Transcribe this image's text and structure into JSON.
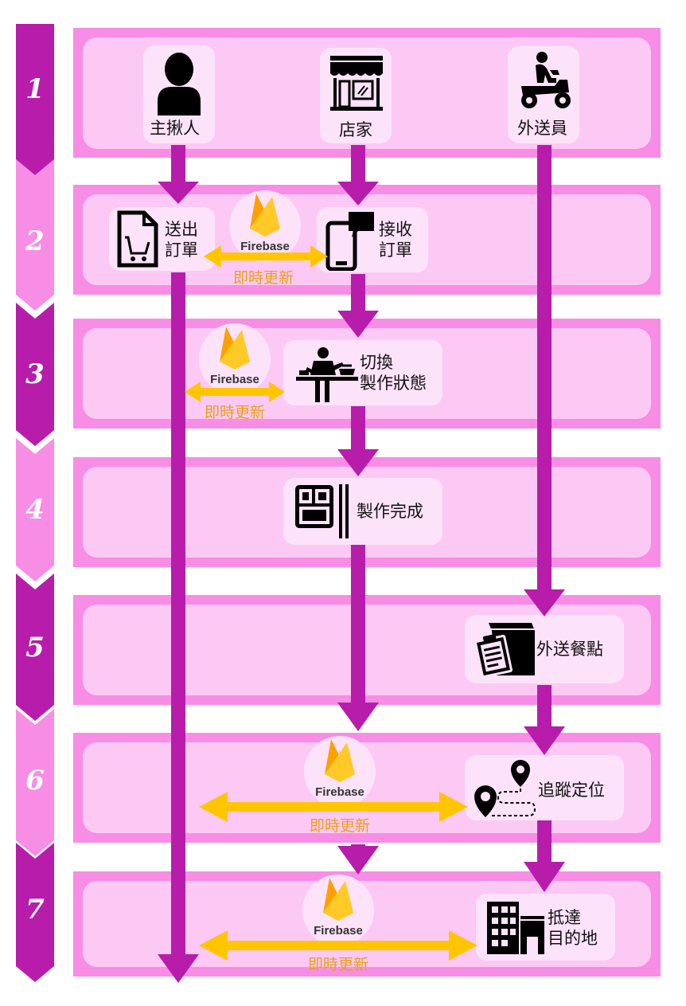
{
  "steps": [
    "1",
    "2",
    "3",
    "4",
    "5",
    "6",
    "7"
  ],
  "actors": {
    "host": "主揪人",
    "store": "店家",
    "courier": "外送員"
  },
  "actions": {
    "send_order": [
      "送出",
      "訂單"
    ],
    "receive_order": [
      "接收",
      "訂單"
    ],
    "switch_status": [
      "切換",
      "製作狀態"
    ],
    "made": "製作完成",
    "deliver": "外送餐點",
    "track": "追蹤定位",
    "arrive": [
      "抵達",
      "目的地"
    ]
  },
  "firebase": {
    "brand": "Firebase",
    "sync": "即時更新"
  },
  "colors": {
    "flow_arrow": "#b81cab",
    "sync_arrow": "#ffc600",
    "band_outer": "#f78de5",
    "band_inner": "#fcc9f4",
    "card": "#fde3fa"
  },
  "icons": [
    "person-icon",
    "store-icon",
    "scooter-rider-icon",
    "cart-document-icon",
    "phone-message-icon",
    "chef-cooking-icon",
    "bento-box-icon",
    "delivery-box-clipboard-icon",
    "route-pin-icon",
    "buildings-icon",
    "firebase-icon"
  ]
}
